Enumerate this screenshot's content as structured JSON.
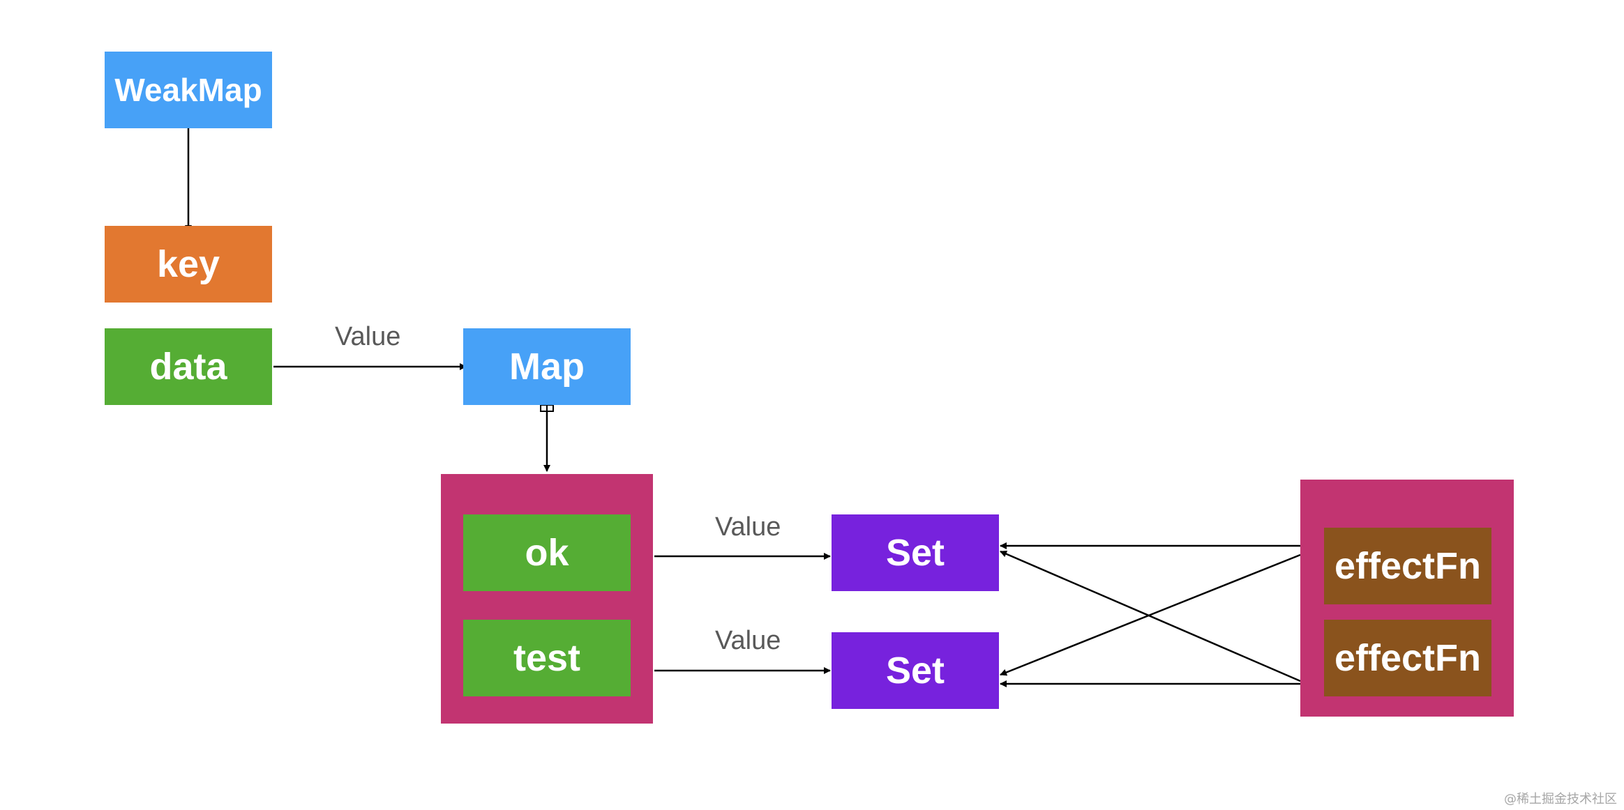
{
  "colors": {
    "blue": "#47a1f7",
    "orange": "#e27830",
    "green": "#55ad34",
    "magenta": "#c23471",
    "purple": "#7722dd",
    "brown": "#8a531d",
    "arrow": "#000000",
    "label": "#595959"
  },
  "nodes": {
    "weakmap": "WeakMap",
    "key": "key",
    "data": "data",
    "map": "Map",
    "ok": "ok",
    "test": "test",
    "set_top": "Set",
    "set_bottom": "Set",
    "effectfn_top": "effectFn",
    "effectfn_bottom": "effectFn"
  },
  "edge_labels": {
    "data_to_map": "Value",
    "ok_to_set": "Value",
    "test_to_set": "Value"
  },
  "watermark": "@稀土掘金技术社区"
}
